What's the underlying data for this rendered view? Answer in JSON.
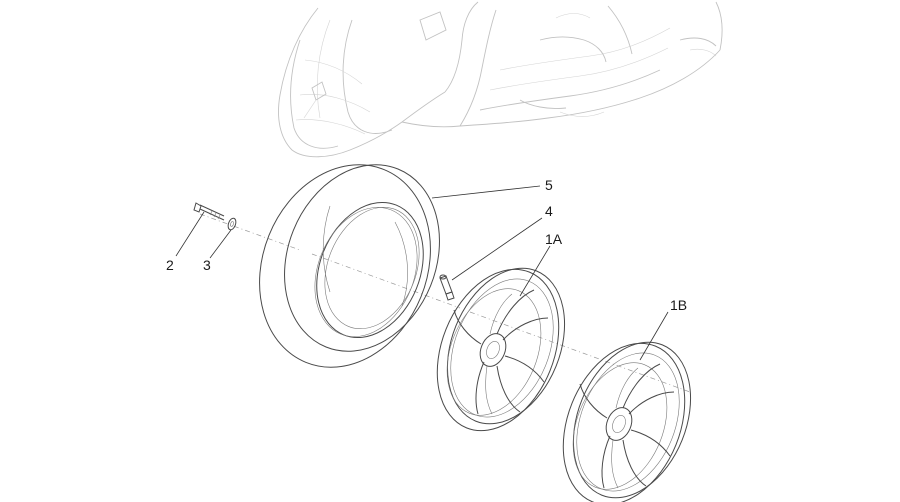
{
  "callouts": {
    "tyre": "5",
    "valve": "4",
    "rim_a": "1A",
    "rim_b": "1B",
    "screw": "2",
    "washer": "3"
  },
  "colors": {
    "ghost_outline": "#c2c2c2",
    "part_outline": "#4a4a4a",
    "leader": "#333333",
    "label": "#1a1a1a"
  }
}
